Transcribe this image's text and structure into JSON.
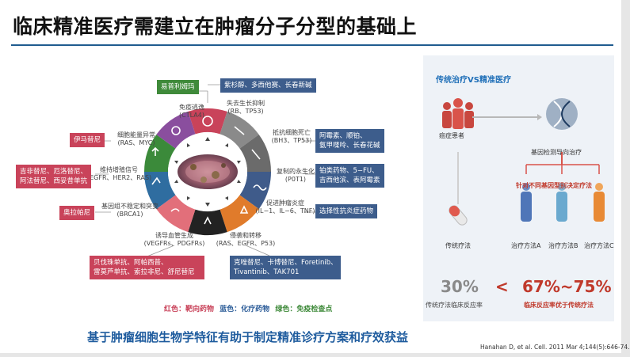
{
  "title": "临床精准医疗需建立在肿瘤分子分型的基础上",
  "hallmarks": {
    "immune": {
      "name": "免疫逃逸",
      "target": "(CTLA4)"
    },
    "growth": {
      "name": "失去生长抑制",
      "target": "(RB、TP53)"
    },
    "apoptosis": {
      "name": "抵抗细胞死亡",
      "target": "(BH3、TP53)"
    },
    "immortal": {
      "name": "复制的永生化",
      "target": "(P0T1)"
    },
    "inflammation": {
      "name": "促进肿瘤炎症",
      "target": "(IL−1、IL−6、TNF)"
    },
    "invasion": {
      "name": "侵袭和转移",
      "target": "(RAS、EGFR、P53)"
    },
    "angiogenesis": {
      "name": "诱导血管生成",
      "target": "(VEGFRs、PDGFRs)"
    },
    "genome": {
      "name": "基因组不稳定和突变",
      "target": "(BRCA1)"
    },
    "proliferation": {
      "name": "维持增殖信号",
      "target": "(EGFR、HER2、RAS)"
    },
    "energy": {
      "name": "细胞能量异常",
      "target": "(RAS、MYC)"
    }
  },
  "drugs": {
    "immune": "易普利姆玛",
    "growth": "紫杉醇、多西他赛、长春新碱",
    "apoptosis_1": "阿霉素、顺铂、",
    "apoptosis_2": "氨甲喋呤、长春花碱",
    "immortal_1": "铂类药物、5−FU、",
    "immortal_2": "吉西他滨、表阿霉素",
    "inflammation": "选择性抗炎症药物",
    "invasion_1": "克唑替尼、卡博替尼、Foretinib、",
    "invasion_2": "Tivantinib、TAK701",
    "angiogenesis_1": "贝伐珠单抗、阿帕西普、",
    "angiogenesis_2": "雷莫芦单抗、索拉非尼、舒尼替尼",
    "genome": "奥拉帕尼",
    "proliferation_1": "吉非替尼、厄洛替尼、",
    "proliferation_2": "阿法替尼、西妥昔单抗",
    "energy": "伊马替尼"
  },
  "legend": {
    "red": "红色：靶向药物",
    "blue": "蓝色：化疗药物",
    "green": "绿色：免疫检查点"
  },
  "bottom_text": "基于肿瘤细胞生物学特征有助于制定精准诊疗方案和疗效获益",
  "citation": "Hanahan D, et al.  Cell. 2011 Mar 4;144(5):646-74.",
  "panel": {
    "title": "传统治疗VS精准医疗",
    "patient": "癌症患者",
    "gene_test": "基因检测导向治疗",
    "strategy": "针对不同基因型别决定疗法",
    "traditional": "传统疗法",
    "method_a": "治疗方法A",
    "method_b": "治疗方法B",
    "method_c": "治疗方法C",
    "traditional_pct": "30%",
    "less_than": "<",
    "precision_pct": "67%~75%",
    "traditional_caption": "传统疗法临床反应率",
    "precision_caption": "临床反应率优于传统疗法"
  },
  "colors": {
    "red": "#c9435a",
    "blue": "#3d5d8c",
    "green": "#3f8a3a",
    "accent": "#1f5c9e"
  }
}
